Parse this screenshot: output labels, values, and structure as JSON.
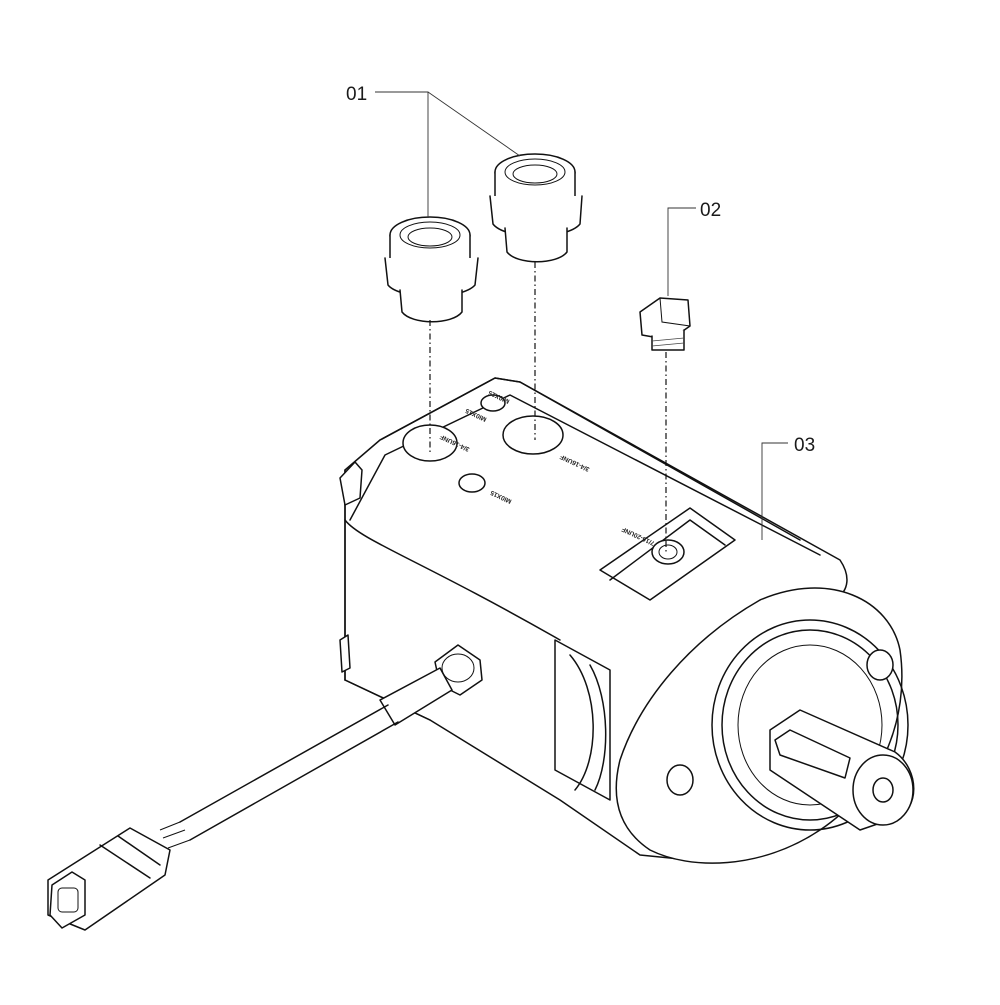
{
  "callouts": [
    {
      "id": "01",
      "label": "01"
    },
    {
      "id": "02",
      "label": "02"
    },
    {
      "id": "03",
      "label": "03"
    }
  ],
  "port_stamps": {
    "upper_left_small": "MI0X15",
    "upper_right_small": "MI0X15",
    "mid_small": "MI0X15",
    "large_left": "3/4-16UNF",
    "large_right": "3/4-16UNF",
    "drain": "7/16-20UNF"
  }
}
